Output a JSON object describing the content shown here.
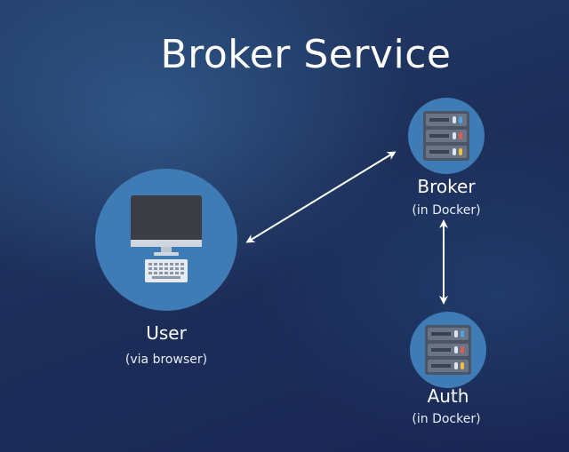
{
  "title": "Broker Service",
  "nodes": {
    "user": {
      "label": "User",
      "sublabel": "(via browser)",
      "icon": "desktop-computer-icon"
    },
    "broker": {
      "label": "Broker",
      "sublabel": "(in Docker)",
      "icon": "server-rack-icon"
    },
    "auth": {
      "label": "Auth",
      "sublabel": "(in Docker)",
      "icon": "server-rack-icon"
    }
  },
  "connections": [
    {
      "from": "user",
      "to": "broker",
      "direction": "bidirectional"
    },
    {
      "from": "broker",
      "to": "auth",
      "direction": "bidirectional"
    }
  ],
  "colors": {
    "background": "#1d2f5a",
    "node_circle": "#3f7bb5",
    "server_body": "#5a6577",
    "led_blue": "#4fa3e0",
    "led_red": "#e05a5a",
    "led_yellow": "#f0c040",
    "arrow": "#ffffff"
  }
}
